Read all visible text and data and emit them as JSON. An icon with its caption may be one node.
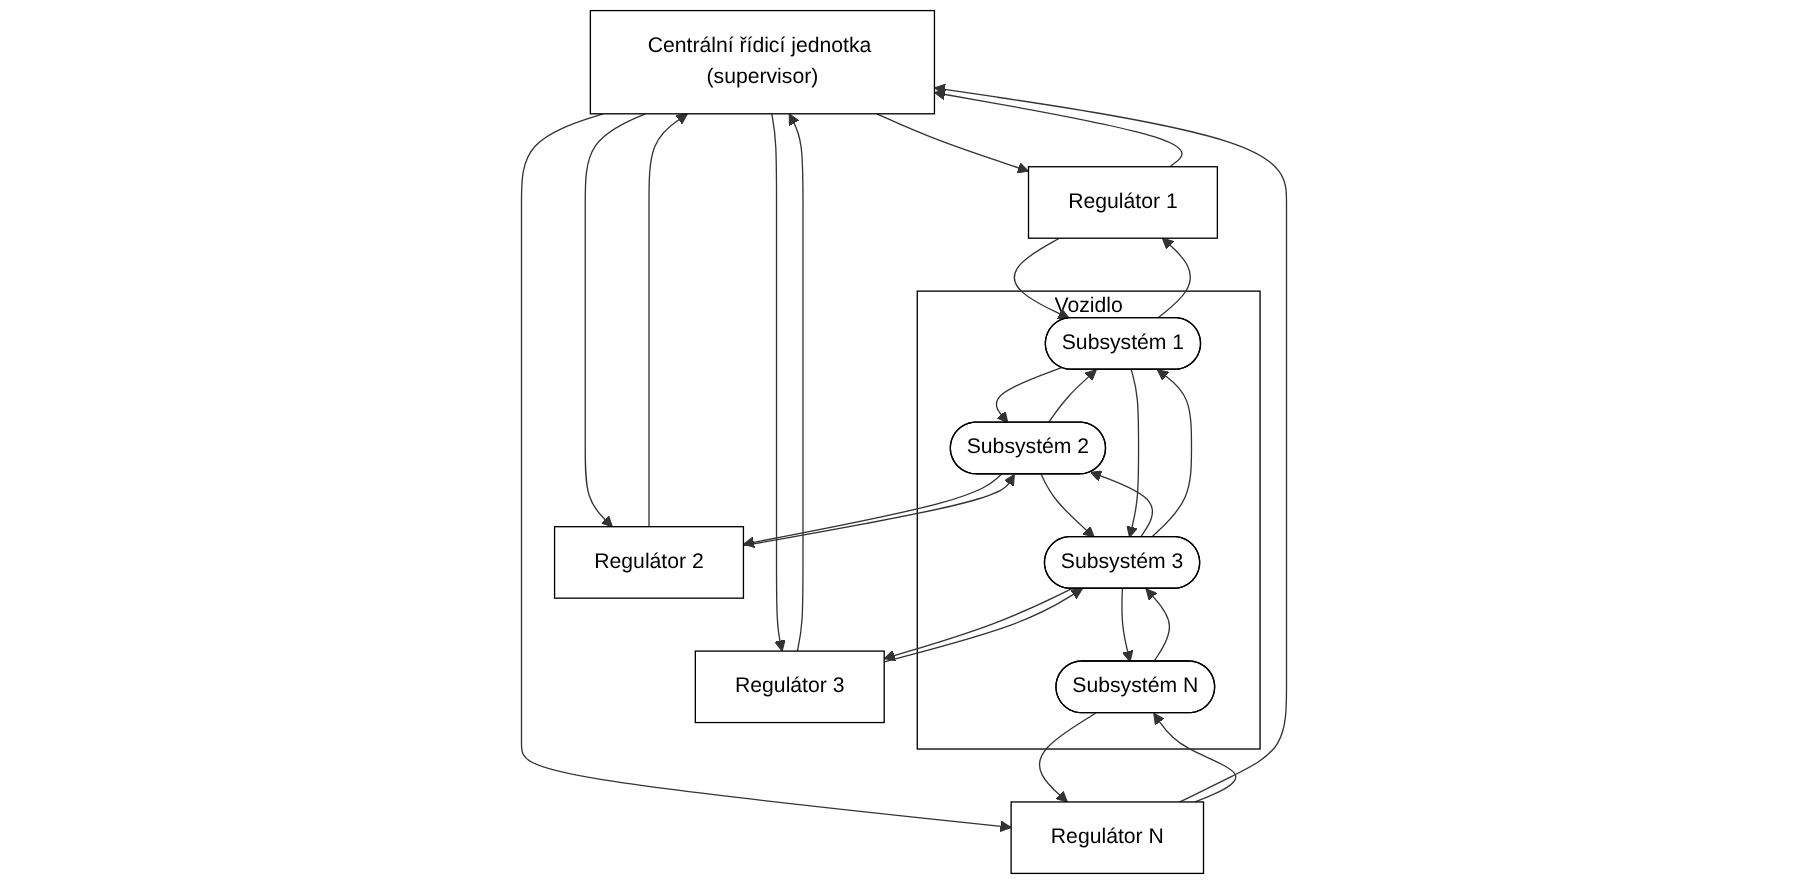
{
  "diagram": {
    "nodes": [
      {
        "text": [
          "Centrální řídicí jednotka (supervisor)"
        ]
      },
      {
        "text": [
          "Regulátor 1"
        ]
      },
      {
        "text": [
          "Regulátor 2"
        ]
      },
      {
        "text": [
          "Regulátor 3"
        ]
      },
      {
        "text": [
          "Regulátor N"
        ]
      },
      {
        "text": [
          "Vozidlo"
        ]
      },
      {
        "text": [
          "Subsystém 1"
        ],
        "in": 5
      },
      {
        "text": [
          "Subsystém 2"
        ],
        "in": 5
      },
      {
        "text": [
          "Subsystém 3"
        ],
        "in": 5
      },
      {
        "text": [
          "Subsystém N"
        ],
        "in": 5
      }
    ],
    "edges": [
      {
        "from": 1,
        "to": 0,
        "arrow": "to"
      },
      {
        "from": 0,
        "to": 1,
        "arrow": "to"
      },
      {
        "from": 2,
        "to": 0,
        "arrow": "to"
      },
      {
        "from": 0,
        "to": 2,
        "arrow": "to"
      },
      {
        "from": 3,
        "to": 0,
        "arrow": "to"
      },
      {
        "from": 0,
        "to": 3,
        "arrow": "to"
      },
      {
        "from": 4,
        "to": 0,
        "arrow": "to"
      },
      {
        "from": 0,
        "to": 4,
        "arrow": "to"
      },
      {
        "from": 6,
        "to": 1,
        "arrow": "to"
      },
      {
        "from": 1,
        "to": 6,
        "arrow": "to"
      },
      {
        "from": 7,
        "to": 2,
        "arrow": "to"
      },
      {
        "from": 2,
        "to": 7,
        "arrow": "to"
      },
      {
        "from": 8,
        "to": 3,
        "arrow": "to"
      },
      {
        "from": 3,
        "to": 8,
        "arrow": "to"
      },
      {
        "from": 9,
        "to": 4,
        "arrow": "to"
      },
      {
        "from": 4,
        "to": 9,
        "arrow": "to"
      },
      {
        "from": 6,
        "to": 7,
        "arrow": "to"
      },
      {
        "from": 7,
        "to": 6,
        "arrow": "to"
      },
      {
        "from": 7,
        "to": 8,
        "arrow": "to"
      },
      {
        "from": 8,
        "to": 7,
        "arrow": "to"
      },
      {
        "from": 8,
        "to": 9,
        "arrow": "to"
      },
      {
        "from": 9,
        "to": 8,
        "arrow": "to"
      },
      {
        "from": 6,
        "to": 8,
        "arrow": "to"
      },
      {
        "from": 8,
        "to": 6,
        "arrow": "to"
      }
    ]
  }
}
